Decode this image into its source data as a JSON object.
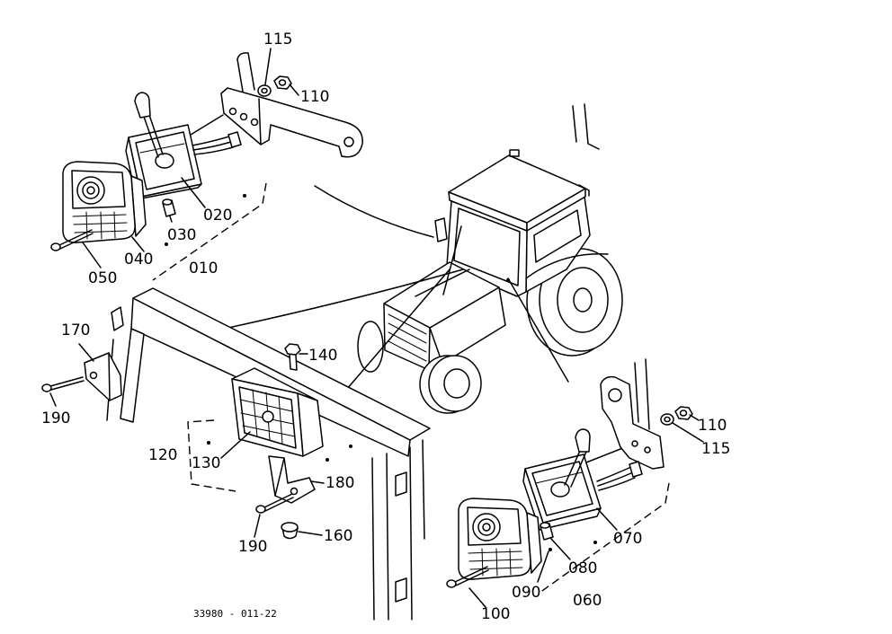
{
  "colors": {
    "ink": "#000000",
    "paper": "#ffffff"
  },
  "callouts": {
    "washer_top": "115",
    "nut_top": "110",
    "housing_top": "020",
    "bulb_top": "030",
    "lens_top": "040",
    "screw_top": "050",
    "assembly_top": "010",
    "bracket_left": "170",
    "screw_left": "190",
    "bolt_mid": "140",
    "assembly_mid": "120",
    "lamp_mid": "130",
    "bracket_mid": "180",
    "screw_mid": "190",
    "nut_mid": "160",
    "nut_right": "110",
    "washer_right": "115",
    "housing_right": "070",
    "bulb_right": "080",
    "lens_right": "090",
    "assembly_right": "060",
    "screw_right": "100"
  },
  "drawing_number": "33980 - 011-22"
}
